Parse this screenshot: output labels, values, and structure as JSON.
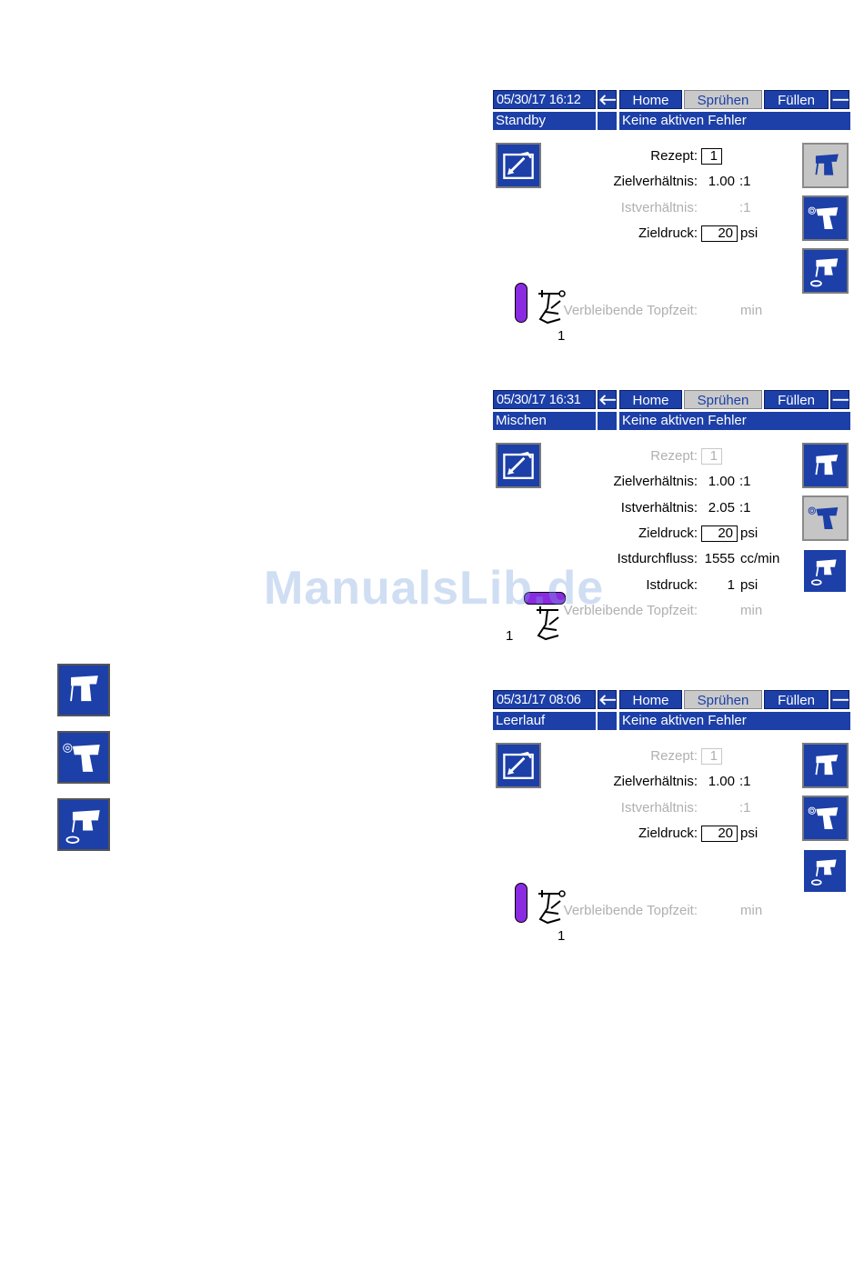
{
  "tabs": {
    "left_arrow": "🡐",
    "home": "Home",
    "spray": "Sprühen",
    "fill": "Füllen",
    "right_arrow": "🡒"
  },
  "error_text": "Keine aktiven Fehler",
  "labels": {
    "recipe": "Rezept:",
    "target_ratio": "Zielverhältnis:",
    "actual_ratio": "Istverhältnis:",
    "target_pressure": "Zieldruck:",
    "actual_flow": "Istdurchfluss:",
    "actual_pressure": "Istdruck:",
    "pot_life": "Verbleibende Topfzeit:"
  },
  "units": {
    "ratio": ":1",
    "psi": "psi",
    "flow": "cc/min",
    "min": "min"
  },
  "screens": [
    {
      "datetime": "05/30/17 16:12",
      "status": "Standby",
      "recipe": "1",
      "target_ratio": "1.00",
      "actual_ratio": "",
      "target_pressure": "20",
      "gun_number": "1",
      "selected_mode": "standby"
    },
    {
      "datetime": "05/30/17 16:31",
      "status": "Mischen",
      "recipe": "1",
      "target_ratio": "1.00",
      "actual_ratio": "2.05",
      "target_pressure": "20",
      "actual_flow": "1555",
      "actual_pressure": "1",
      "gun_number": "1",
      "selected_mode": "mix"
    },
    {
      "datetime": "05/31/17 08:06",
      "status": "Leerlauf",
      "recipe": "1",
      "target_ratio": "1.00",
      "actual_ratio": "",
      "target_pressure": "20",
      "gun_number": "1",
      "selected_mode": "none"
    }
  ],
  "watermark": "ManualsLib.de",
  "colors": {
    "panel_blue": "#1c3fa8",
    "selected_grey": "#c5c5c5",
    "pot_purple": "#8a2be2"
  }
}
